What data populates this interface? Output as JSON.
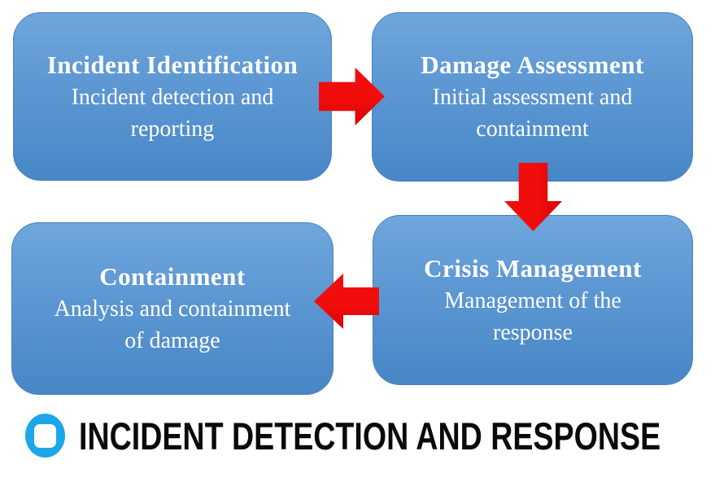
{
  "diagram": {
    "boxes": [
      {
        "id": "incident-identification",
        "title": "Incident Identification",
        "subtitle": "Incident detection and\nreporting"
      },
      {
        "id": "damage-assessment",
        "title": "Damage Assessment",
        "subtitle": "Initial assessment and\ncontainment"
      },
      {
        "id": "crisis-management",
        "title": "Crisis Management",
        "subtitle": "Management of  the\nresponse"
      },
      {
        "id": "containment",
        "title": "Containment",
        "subtitle": "Analysis and containment\nof  damage"
      }
    ],
    "arrows": [
      {
        "direction": "right",
        "from": "incident-identification",
        "to": "damage-assessment"
      },
      {
        "direction": "down",
        "from": "damage-assessment",
        "to": "crisis-management"
      },
      {
        "direction": "left",
        "from": "crisis-management",
        "to": "containment"
      }
    ],
    "colors": {
      "box_gradient_top": "#6fa6dd",
      "box_gradient_mid": "#5b96d2",
      "box_gradient_bottom": "#4787c6",
      "box_border": "#4d82bd",
      "arrow_red": "#f20d0d",
      "arrow_red_dark": "#d90404",
      "box_text": "#ffffff"
    }
  },
  "footer": {
    "title": "INCIDENT DETECTION AND RESPONSE",
    "icon": "rounded-square-bullet-icon",
    "icon_color": "#1ba7e8",
    "title_color": "#0a0a0a"
  }
}
